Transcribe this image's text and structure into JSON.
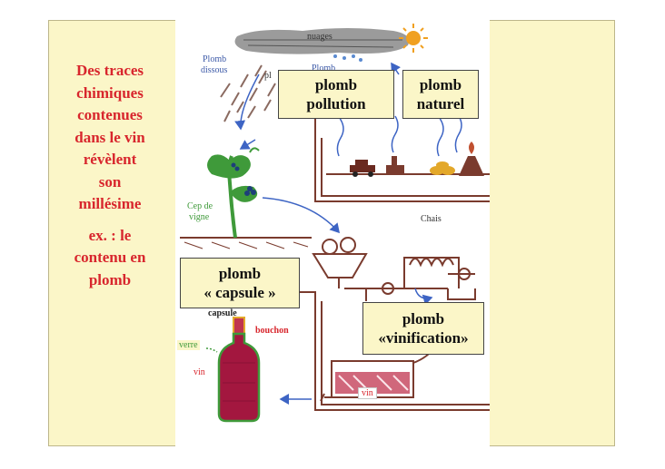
{
  "left_panel": {
    "lines": [
      "Des traces",
      "chimiques",
      "contenues",
      "dans le vin",
      "révèlent",
      "son",
      "millésime"
    ],
    "example_lines": [
      "ex. : le",
      "contenu en",
      "plomb"
    ]
  },
  "diagram": {
    "labels": {
      "nuages": "nuages",
      "plomb_dissous_1": "Plomb",
      "plomb_dissous_2": "dissous",
      "plomb_small": "Plomb",
      "pluie": "pl",
      "cep_1": "Cep de",
      "cep_2": "vigne",
      "chais": "Chais",
      "capsule": "capsule",
      "bouchon": "bouchon",
      "verre": "verre",
      "vin_bottle": "vin",
      "vin_tank": "vin"
    },
    "boxes": {
      "pollution": [
        "plomb",
        "pollution"
      ],
      "naturel": [
        "plomb",
        "naturel"
      ],
      "capsule": [
        "plomb",
        "« capsule »"
      ],
      "vinification": [
        "plomb",
        "«vinification»"
      ]
    },
    "colors": {
      "title_red": "#d8262d",
      "box_fill": "#fbf6c8",
      "wine": "#a3173f",
      "sketch_brown": "#7a3b2e",
      "arrow_blue": "#3d64c4",
      "leaf_green": "#3f9a3a",
      "sun_orange": "#f0a020"
    }
  }
}
